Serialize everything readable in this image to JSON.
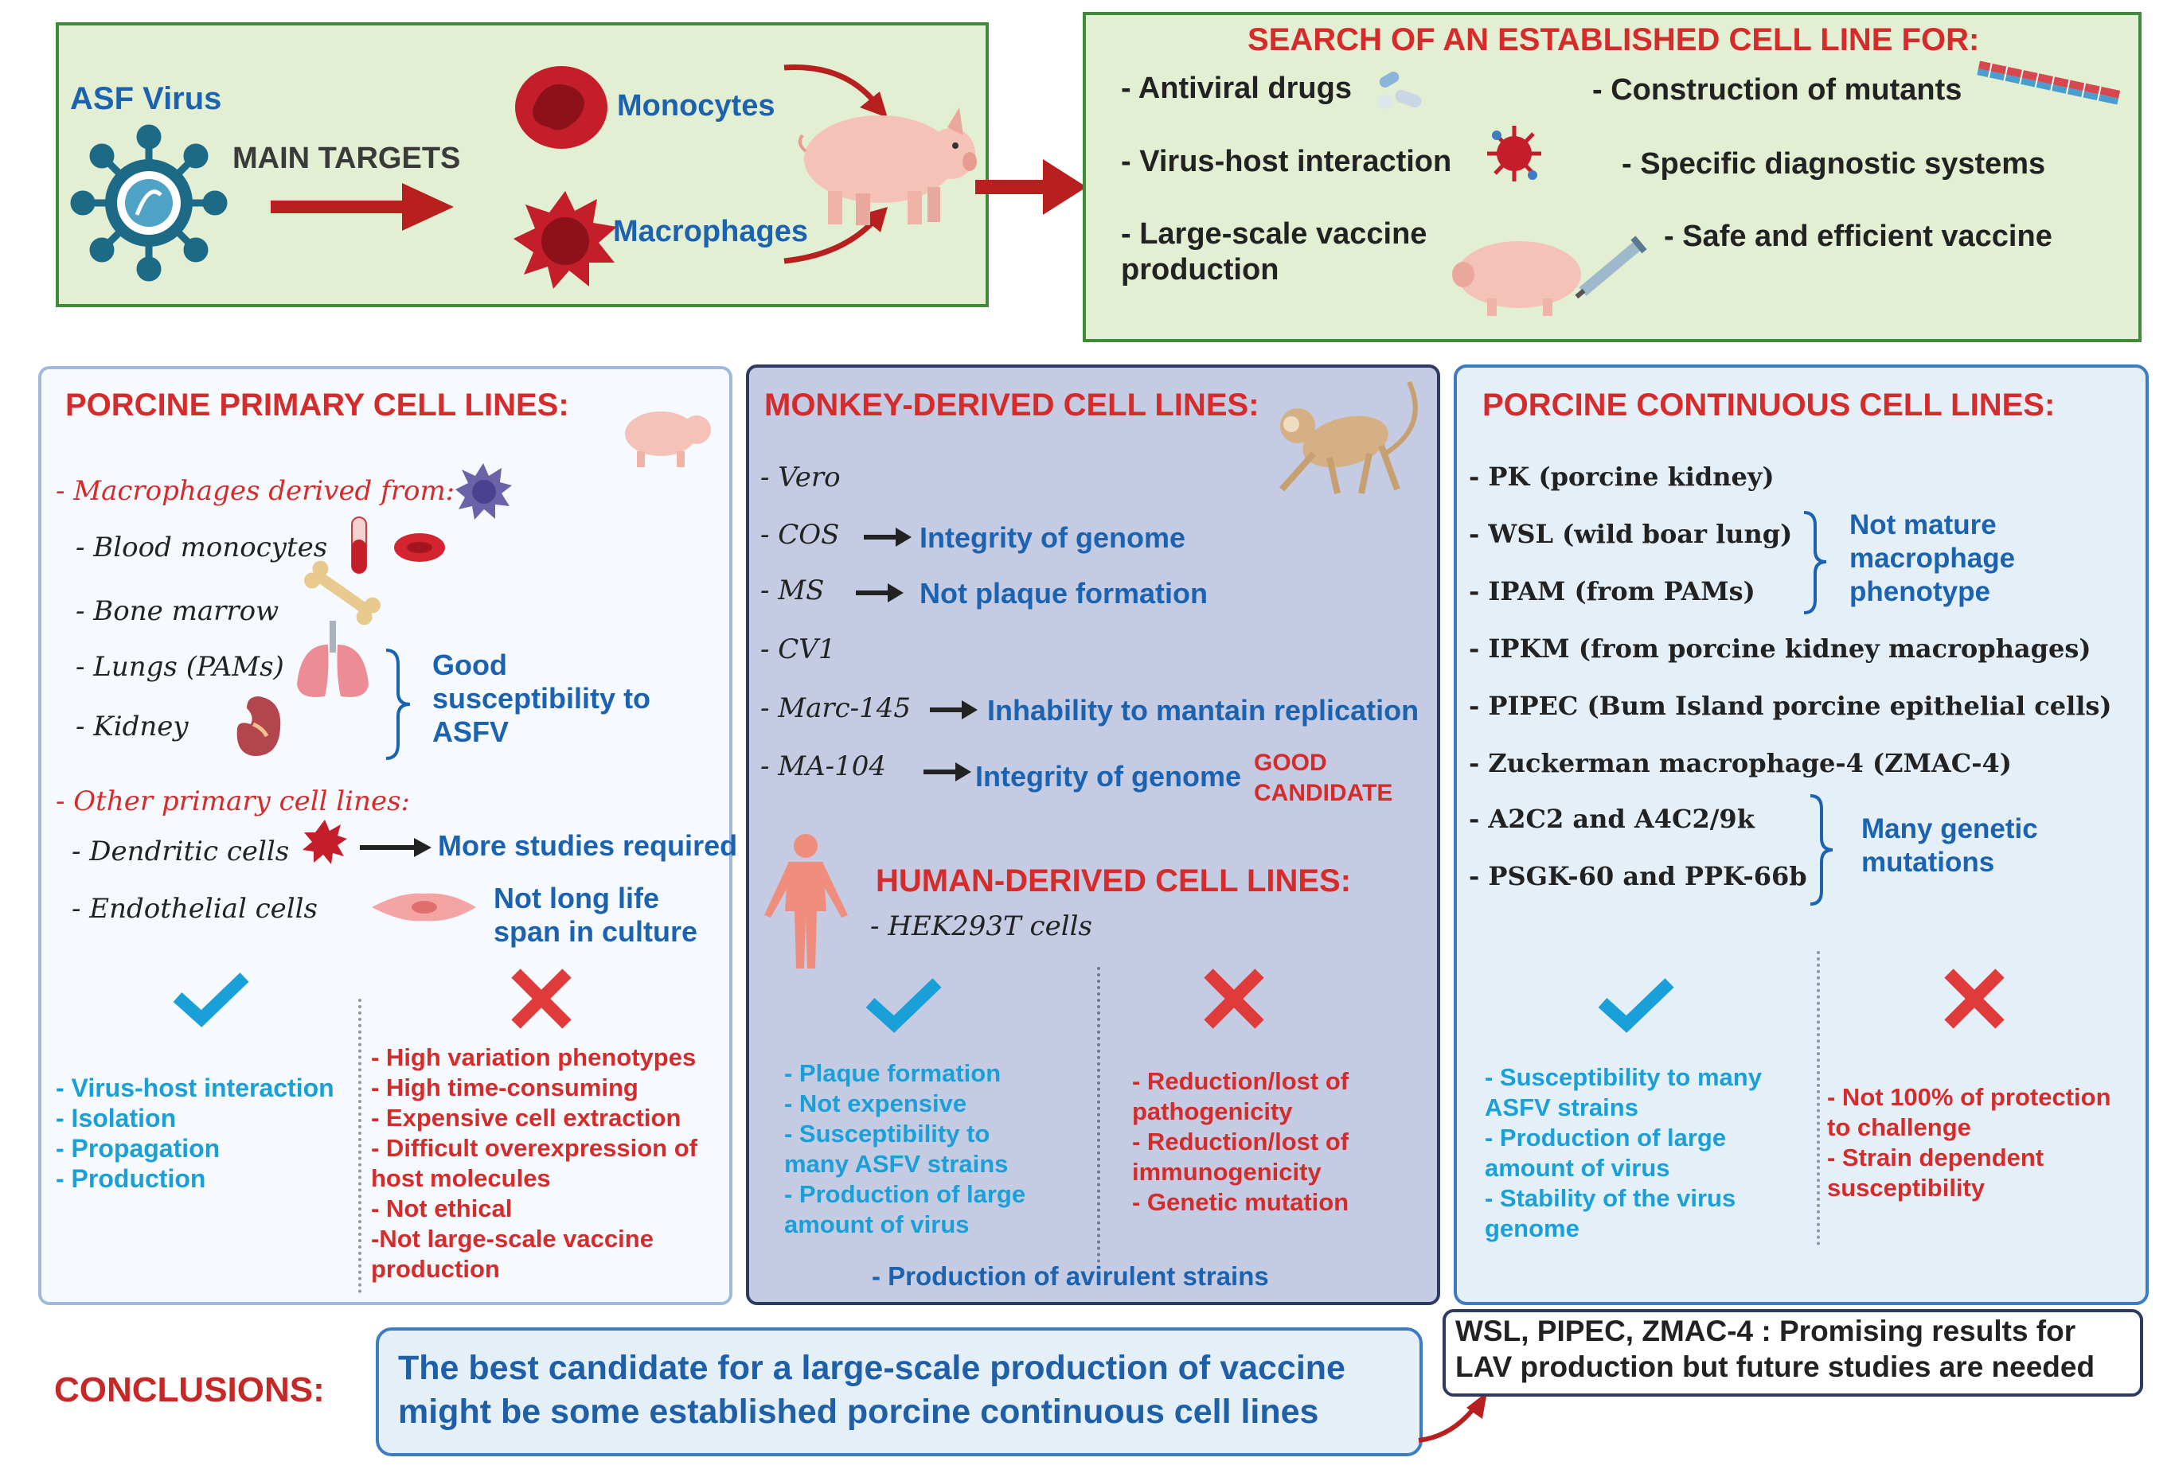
{
  "top_left": {
    "virus_label": "ASF Virus",
    "main_targets": "MAIN TARGETS",
    "monocytes": "Monocytes",
    "macrophages": "Macrophages"
  },
  "top_right": {
    "title": "SEARCH OF  AN ESTABLISHED CELL  LINE FOR:",
    "items": [
      "- Antiviral drugs",
      "- Construction of  mutants",
      "- Virus-host interaction",
      "- Specific diagnostic systems",
      "- Large-scale vaccine",
      "production",
      "- Safe and efficient vaccine"
    ]
  },
  "primary": {
    "title": "PORCINE  PRIMARY CELL LINES:",
    "macro_header": "- Macrophages derived from:",
    "macro_items": [
      "- Blood monocytes",
      "- Bone marrow",
      "- Lungs (PAMs)",
      "- Kidney"
    ],
    "good_note": [
      "Good",
      "susceptibility to",
      "ASFV"
    ],
    "other_header": "- Other primary cell lines:",
    "dendritic": "- Dendritic cells",
    "dendritic_note": "More studies required",
    "endothelial": "- Endothelial cells",
    "endothelial_note": [
      "Not long life",
      "span in culture"
    ],
    "pros": [
      "- Virus-host interaction",
      "- Isolation",
      "- Propagation",
      "- Production"
    ],
    "cons": [
      "- High variation phenotypes",
      "- High time-consuming",
      "- Expensive cell extraction",
      "- Difficult overexpression of",
      "host molecules",
      "- Not ethical",
      "-Not large-scale vaccine",
      "production"
    ]
  },
  "monkey": {
    "title": "MONKEY-DERIVED CELL LINES:",
    "items": [
      "- Vero",
      "- COS",
      "- MS",
      "- CV1",
      "- Marc-145",
      "- MA-104"
    ],
    "cos_note": "Integrity of genome",
    "ms_note": "Not plaque formation",
    "marc_note": "Inhability to mantain replication",
    "ma_note": "Integrity of genome",
    "good_candidate": [
      "GOOD",
      "CANDIDATE"
    ],
    "human_title": "HUMAN-DERIVED CELL LINES:",
    "human_item": "- HEK293T cells",
    "pros": [
      "- Plaque formation",
      "- Not expensive",
      "- Susceptibility to",
      "many ASFV strains",
      "- Production of large",
      "amount of virus"
    ],
    "cons": [
      "- Reduction/lost of",
      "pathogenicity",
      "- Reduction/lost of",
      "immunogenicity",
      "- Genetic mutation"
    ],
    "footer": "- Production of avirulent strains"
  },
  "continuous": {
    "title": "PORCINE CONTINUOUS CELL LINES:",
    "items": [
      "- PK (porcine kidney)",
      "- WSL (wild boar lung)",
      "- IPAM  (from PAMs)",
      "- IPKM (from porcine kidney macrophages)",
      "- PIPEC (Bum Island porcine epithelial cells)",
      "- Zuckerman macrophage-4  (ZMAC-4)",
      "- A2C2 and A4C2/9k",
      "- PSGK-60 and PPK-66b"
    ],
    "mature_note": [
      "Not mature",
      "macrophage",
      "phenotype"
    ],
    "genetic_note": [
      "Many genetic",
      "mutations"
    ],
    "pros": [
      "- Susceptibility to many",
      "ASFV strains",
      "- Production of large",
      "amount of virus",
      "- Stability of the virus",
      "genome"
    ],
    "cons": [
      "- Not 100% of protection",
      "to challenge",
      "- Strain dependent",
      "susceptibility"
    ]
  },
  "conclusions": {
    "label": "CONCLUSIONS:",
    "text": [
      "The best candidate for a large-scale production of vaccine",
      "might be some established porcine continuous cell lines"
    ],
    "side": [
      "WSL, PIPEC, ZMAC-4 : Promising results for",
      "LAV production but future studies are needed"
    ]
  },
  "colors": {
    "green_panel": "#e3efd2",
    "green_border": "#3f8b3a",
    "blue_panel": "#e4eff8",
    "blue_border": "#5e8fc4",
    "slate_panel": "#c4cbe2",
    "slate_border": "#2f3a63",
    "red": "#d52b2b",
    "blue_text": "#1b63b0",
    "cyan": "#1aa0d8"
  }
}
